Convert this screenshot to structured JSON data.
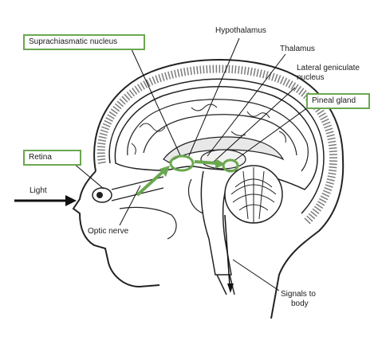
{
  "labels": {
    "suprachiasmatic_nucleus": "Suprachiasmatic nucleus",
    "hypothalamus": "Hypothalamus",
    "thalamus": "Thalamus",
    "lateral_geniculate_line1": "Lateral geniculate",
    "lateral_geniculate_line2": "nucleus",
    "pineal_gland": "Pineal gland",
    "retina": "Retina",
    "light": "Light",
    "optic_nerve": "Optic nerve",
    "signals_line1": "Signals to",
    "signals_line2": "body"
  },
  "colors": {
    "highlight_green": "#6aa84f",
    "line": "#222222",
    "background": "#ffffff"
  }
}
